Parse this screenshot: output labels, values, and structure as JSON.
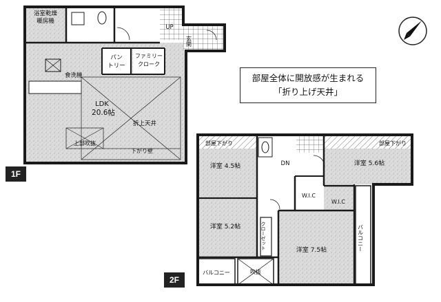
{
  "floor1": {
    "badge": "1F",
    "rooms": {
      "laundry_line1": "浴室乾燥",
      "laundry_line2": "暖房機",
      "dishwasher": "食洗機",
      "pantry_line1": "パン",
      "pantry_line2": "トリー",
      "closet_line1": "ファミリー",
      "closet_line2": "クローク",
      "ldk_name": "LDK",
      "ldk_size": "20.6帖",
      "ceiling": "折上天井",
      "atrium": "上部吹抜",
      "drop_ceiling": "下がり壁",
      "stairs_up": "UP",
      "entrance": "玄関"
    }
  },
  "floor2": {
    "badge": "2F",
    "rooms": {
      "drop_ceiling_left": "部屋下がり",
      "drop_ceiling_right": "部屋下がり",
      "room_a": "洋室 4.5帖",
      "room_b": "洋室 5.6帖",
      "room_c": "洋室 5.2帖",
      "room_d": "洋室 7.5帖",
      "walkin1": "W.I.C",
      "walkin2": "W.I.C",
      "closet": "クローゼット",
      "stairs_down": "DN",
      "balcony_right": "バルコニー",
      "balcony_left": "バルコニー",
      "atrium": "吹抜"
    }
  },
  "callout": {
    "line1": "部屋全体に開放感が生まれる",
    "line2": "「折り上げ天井」"
  },
  "colors": {
    "wall": "#1a1a1a",
    "floor_texture": "#d9d9d9",
    "white_room": "#ffffff",
    "badge_bg": "#222222"
  },
  "icons": {
    "compass": "north-arrow-icon"
  }
}
